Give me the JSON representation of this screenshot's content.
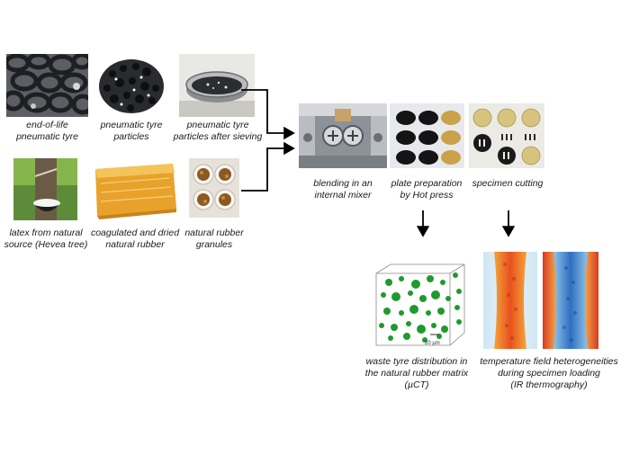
{
  "captions": {
    "tyres": [
      "end-of-life",
      "pneumatic tyre"
    ],
    "particles": [
      "pneumatic tyre",
      "particles"
    ],
    "sieved": [
      "pneumatic tyre",
      "particles after sieving"
    ],
    "latex": [
      "latex from natural",
      "source (Hevea tree)"
    ],
    "coagulated": [
      "coagulated and dried",
      "natural rubber"
    ],
    "granules": [
      "natural rubber",
      "granules"
    ],
    "mixer": [
      "blending in an",
      "internal mixer"
    ],
    "plates": [
      "plate preparation",
      "by Hot press"
    ],
    "cutting": [
      "specimen cutting"
    ],
    "uct": [
      "waste tyre distribution in",
      "the natural rubber matrix",
      "(µCT)"
    ],
    "ir": [
      "temperature field heterogeneities",
      "during specimen loading",
      "(IR thermography)"
    ]
  },
  "scale_bar": "20 µm",
  "colors": {
    "arrow": "#000000",
    "ir_hot": "#e8501e",
    "ir_cold": "#2f6fc0",
    "uct_green": "#1f9a2e"
  }
}
